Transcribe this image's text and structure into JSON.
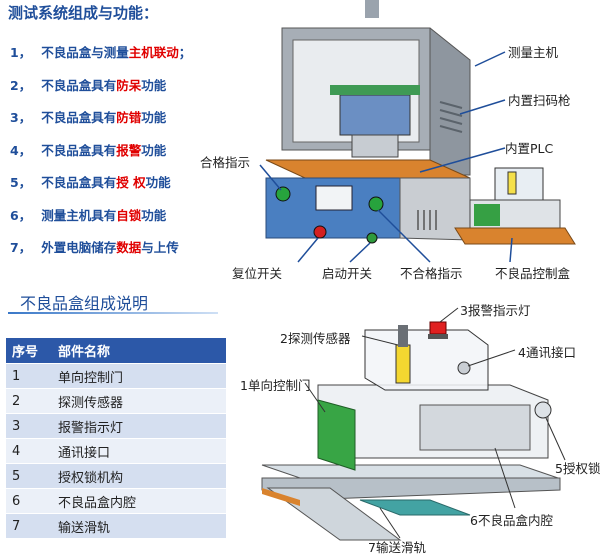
{
  "title": "测试系统组成与功能：",
  "features": [
    {
      "num": "1，",
      "segs": [
        {
          "t": "不良品盒与测量",
          "h": false
        },
        {
          "t": "主机联动",
          "h": true
        },
        {
          "t": "；",
          "h": false
        }
      ]
    },
    {
      "num": "2，",
      "segs": [
        {
          "t": "不良品盒具有",
          "h": false
        },
        {
          "t": "防呆",
          "h": true
        },
        {
          "t": "功能",
          "h": false
        }
      ]
    },
    {
      "num": "3，",
      "segs": [
        {
          "t": "不良品盒具有",
          "h": false
        },
        {
          "t": "防错",
          "h": true
        },
        {
          "t": "功能",
          "h": false
        }
      ]
    },
    {
      "num": "4，",
      "segs": [
        {
          "t": "不良品盒具有",
          "h": false
        },
        {
          "t": "报警",
          "h": true
        },
        {
          "t": "功能",
          "h": false
        }
      ]
    },
    {
      "num": "5，",
      "segs": [
        {
          "t": "不良品盒具有",
          "h": false
        },
        {
          "t": "授 权",
          "h": true
        },
        {
          "t": "功能",
          "h": false
        }
      ]
    },
    {
      "num": "6，",
      "segs": [
        {
          "t": "测量主机具有",
          "h": false
        },
        {
          "t": "自锁",
          "h": true
        },
        {
          "t": "功能",
          "h": false
        }
      ]
    },
    {
      "num": "7，",
      "segs": [
        {
          "t": "外置电脑储存",
          "h": false
        },
        {
          "t": "数据",
          "h": true
        },
        {
          "t": "与上传",
          "h": false
        }
      ]
    }
  ],
  "section2_title": "不良品盒组成说明",
  "table": {
    "headers": [
      "序号",
      "部件名称"
    ],
    "rows": [
      [
        "1",
        "单向控制门"
      ],
      [
        "2",
        "探测传感器"
      ],
      [
        "3",
        "报警指示灯"
      ],
      [
        "4",
        "通讯接口"
      ],
      [
        "5",
        "授权锁机构"
      ],
      [
        "6",
        "不良品盒内腔"
      ],
      [
        "7",
        "输送滑轨"
      ]
    ]
  },
  "machine_labels": {
    "main_unit": "测量主机",
    "scanner": "内置扫码枪",
    "plc": "内置PLC",
    "ok_indicator": "合格指示",
    "reset_switch": "复位开关",
    "start_switch": "启动开关",
    "ng_indicator": "不合格指示",
    "reject_control_box": "不良品控制盒"
  },
  "box_labels": {
    "alarm_light": "3报警指示灯",
    "sensor": "2探测传感器",
    "comm_port": "4通讯接口",
    "one_way_door": "1单向控制门",
    "auth_lock": "5授权锁",
    "cavity": "6不良品盒内腔",
    "rail": "7输送滑轨"
  },
  "colors": {
    "accent_blue": "#1f4e9a",
    "highlight_red": "#e00000",
    "table_header": "#2c58a8",
    "frame_orange": "#d9832e",
    "panel_blue": "#4a7fc1"
  }
}
